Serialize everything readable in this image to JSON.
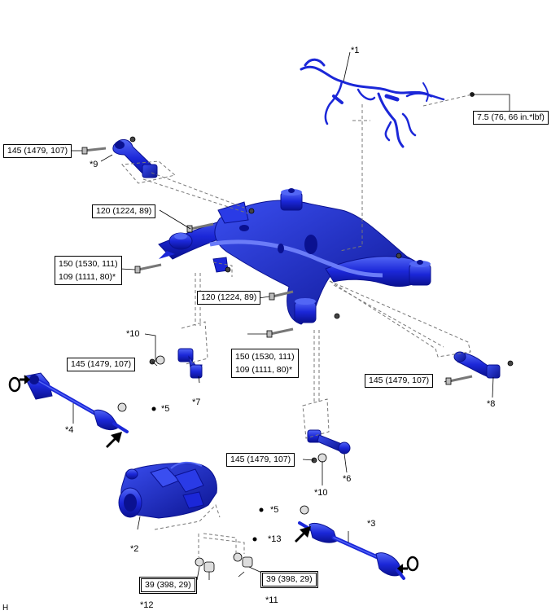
{
  "colors": {
    "part_fill": "#1b27d8",
    "part_dark": "#0a1190",
    "part_light": "#4a5cf0",
    "gasket": "#c9c9c9"
  },
  "callouts": {
    "c1": "*1",
    "c2": "*2",
    "c3": "*3",
    "c4": "*4",
    "c5a": "*5",
    "c5b": "*5",
    "c6": "*6",
    "c7": "*7",
    "c8": "*8",
    "c9": "*9",
    "c10a": "*10",
    "c10b": "*10",
    "c11": "*11",
    "c12": "*12",
    "c13": "*13"
  },
  "torque": {
    "t_harness": "7.5 (76, 66 in.*lbf)",
    "t_upper_left": "145 (1479, 107)",
    "t_frame_left": "120 (1224, 89)",
    "t_frame_bolt_a": "150 (1530, 111)",
    "t_frame_bolt_b": "109 (1111, 80)*",
    "t_frame_mid": "120 (1224, 89)",
    "t_link_left": "145 (1479, 107)",
    "t_rear_bolt_a": "150 (1530, 111)",
    "t_rear_bolt_b": "109 (1111, 80)*",
    "t_link_right": "145 (1479, 107)",
    "t_link_bottom": "145 (1479, 107)",
    "t_plug_left": "39 (398, 29)",
    "t_plug_right": "39 (398, 29)"
  },
  "corner_mark": "H",
  "icons": [
    "rotation-arrow-icon",
    "direction-arrow-icon",
    "dot-icon"
  ]
}
